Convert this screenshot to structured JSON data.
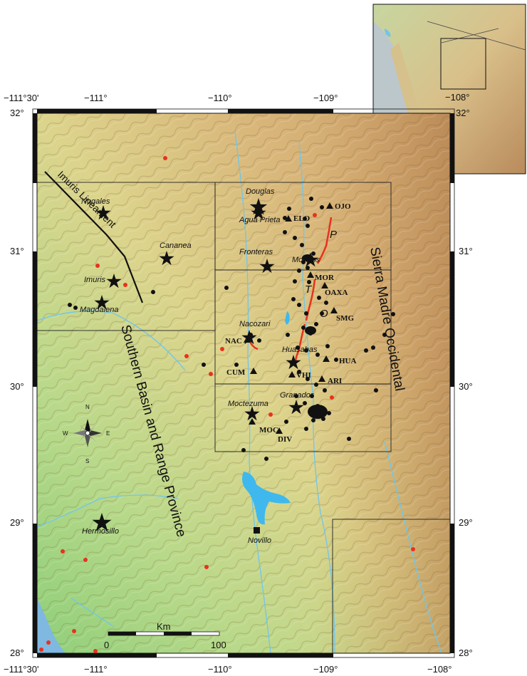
{
  "map": {
    "lon_labels_top": [
      "−111°30'",
      "−111°",
      "−110°",
      "−109°"
    ],
    "lon_labels_bottom": [
      "−111°30'",
      "−111°",
      "−110°",
      "−109°",
      "−108°"
    ],
    "lat_labels_left": [
      "32°",
      "31°",
      "30°",
      "29°",
      "28°"
    ],
    "lat_labels_right": [
      "31°",
      "30°",
      "29°",
      "28°"
    ],
    "inset": {
      "lon_label": "−108°",
      "lat_label": "32°"
    },
    "places": {
      "douglas": "Douglas",
      "agua_prieta": "Agua Prieta",
      "fronteras": "Fronteras",
      "nogales": "Nogales",
      "cananea": "Cananea",
      "imuris": "Imuris",
      "magdalena": "Magdalena",
      "nacozari": "Nacozari",
      "moctezuma": "Moctezuma",
      "granados": "Granados",
      "huasabas": "Huasabas",
      "hermosillo": "Hermosillo",
      "morelos": "Morelos",
      "novillo": "Novillo"
    },
    "stations": {
      "ojo": "OJO",
      "elo": "ELO",
      "mor": "MOR",
      "oaxa": "OAXA",
      "smg": "SMG",
      "nac": "NAC",
      "hua": "HUA",
      "cum": "CUM",
      "vhi": "VHI",
      "ari": "ARI",
      "moc": "MOC",
      "div": "DIV"
    },
    "regions": {
      "lineament": "Imuris Lineament",
      "basin_range": "Southern Basin and Range Province",
      "sierra": "Sierra Madre Occidental"
    },
    "fault_segments": {
      "p": "P",
      "t": "T",
      "o": "O"
    },
    "compass": {
      "n": "N",
      "s": "S",
      "e": "E",
      "w": "W"
    },
    "scale": {
      "unit": "Km",
      "start": "0",
      "end": "100"
    },
    "colors": {
      "water": "#6ec6ee",
      "fault": "#e8321e",
      "seismicity": "#111111",
      "historic_eq": "#e8321e",
      "lowland": "#8fcf7a",
      "highland": "#c9a06a"
    }
  }
}
